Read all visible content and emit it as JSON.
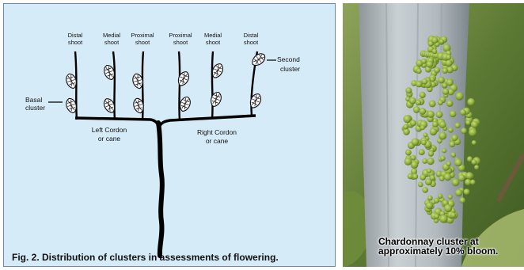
{
  "diagram": {
    "shoots": [
      {
        "line1": "Distal",
        "line2": "shoot"
      },
      {
        "line1": "Medial",
        "line2": "shoot"
      },
      {
        "line1": "Proximal",
        "line2": "shoot"
      },
      {
        "line1": "Proximal",
        "line2": "shoot"
      },
      {
        "line1": "Medial",
        "line2": "shoot"
      },
      {
        "line1": "Distal",
        "line2": "shoot"
      }
    ],
    "basal_cluster": {
      "line1": "Basal",
      "line2": "cluster"
    },
    "second_cluster": {
      "line1": "Second",
      "line2": "cluster"
    },
    "left_cordon": {
      "line1": "Left Cordon",
      "line2": "or cane"
    },
    "right_cordon": {
      "line1": "Right Cordon",
      "line2": "or cane"
    },
    "caption": "Fig. 2.  Distribution of clusters in assessments of flowering."
  },
  "photo": {
    "caption_line1": "Chardonnay cluster at",
    "caption_line2": "approximately 10% bloom."
  }
}
